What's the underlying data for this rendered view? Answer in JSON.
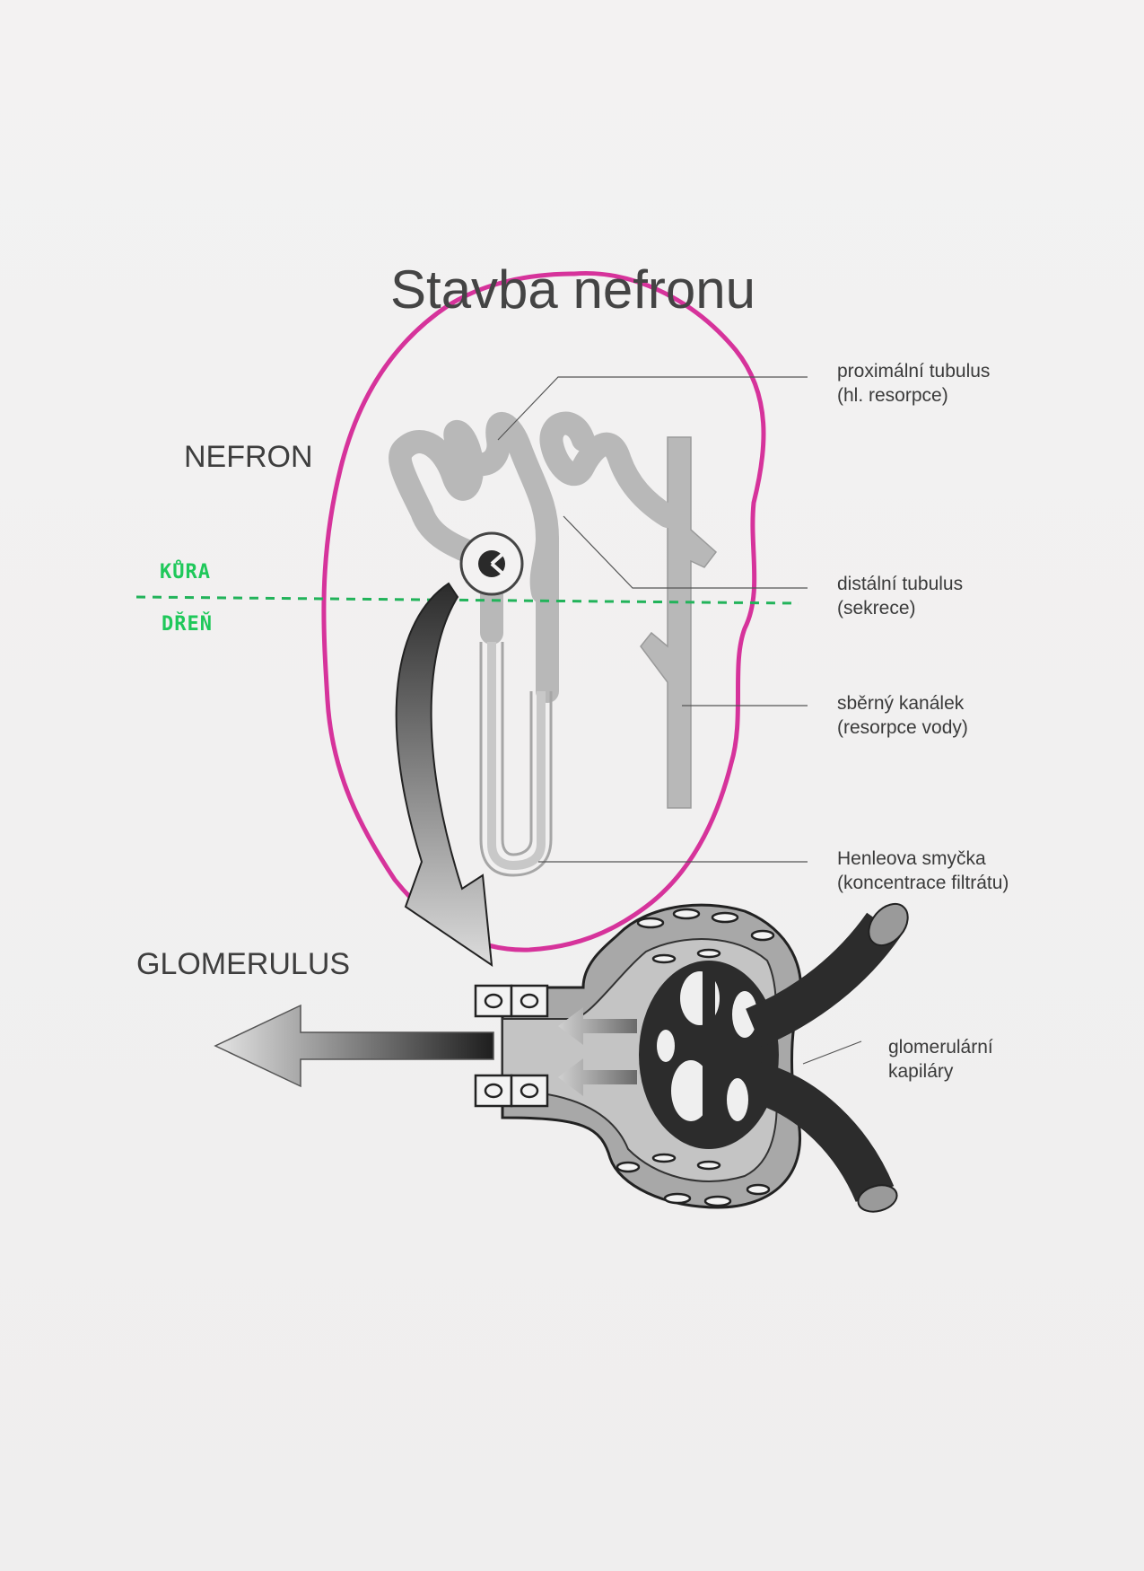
{
  "diagram": {
    "title": "Stavba nefronu",
    "sections": {
      "nefron": "NEFRON",
      "glomerulus": "GLOMERULUS"
    },
    "zones": {
      "cortex": "KŮRA",
      "medulla": "DŘEŇ"
    },
    "labels": [
      {
        "line1": "proximální tubulus",
        "line2": "(hl. resorpce)"
      },
      {
        "line1": "distální tubulus",
        "line2": "(sekrece)"
      },
      {
        "line1": "sběrný kanálek",
        "line2": "(resorpce vody)"
      },
      {
        "line1": "Henleova smyčka",
        "line2": "(koncentrace filtrátu)"
      },
      {
        "line1": "glomerulární",
        "line2": "kapiláry"
      }
    ],
    "colors": {
      "outline": "#d6339b",
      "boundary": "#22b35a",
      "tubule": "#b8b8b8",
      "capillary": "#2c2c2c"
    }
  }
}
